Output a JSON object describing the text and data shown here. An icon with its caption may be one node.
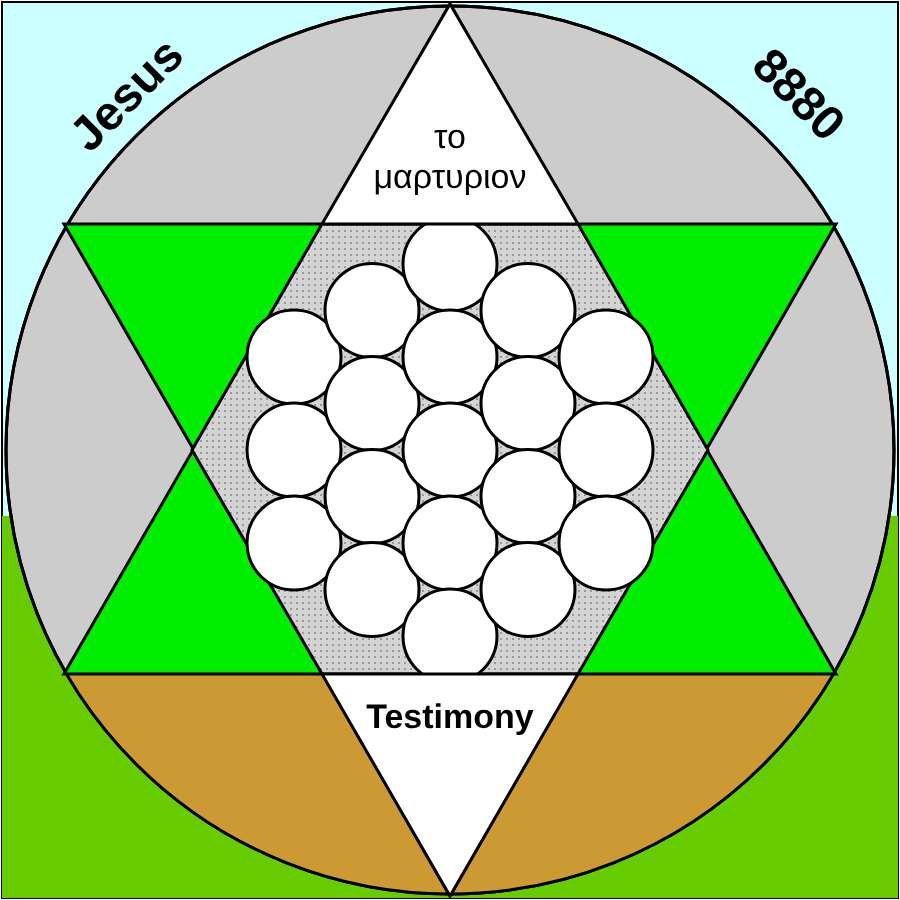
{
  "diagram": {
    "nodes": [
      {
        "text": [
          "το μαρτυριον"
        ]
      },
      {
        "text": [
          "Testimony"
        ]
      }
    ],
    "labels": [
      "Jesus",
      "8880"
    ]
  }
}
